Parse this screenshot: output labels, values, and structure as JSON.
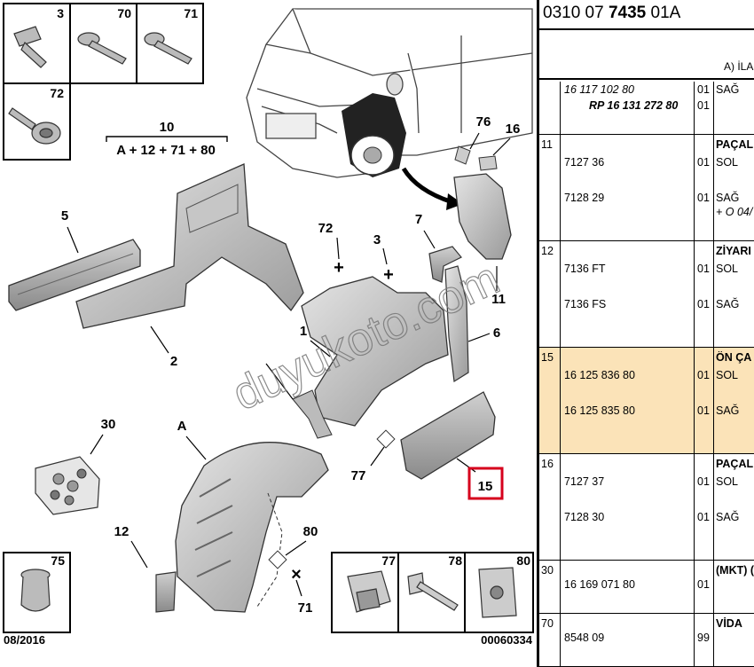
{
  "diagram": {
    "callouts": {
      "c1": "1",
      "c2": "2",
      "c3": "3",
      "c5": "5",
      "c6": "6",
      "c7": "7",
      "c10": "10",
      "c11": "11",
      "c12": "12",
      "c15": "15",
      "c16": "16",
      "c30": "30",
      "c72": "72",
      "c76": "76",
      "c77": "77",
      "c80": "80",
      "c71": "71",
      "cA": "A"
    },
    "formula": "A + 12 + 71 + 80",
    "thumbs": {
      "t3": "3",
      "t70": "70",
      "t71": "71",
      "t72": "72",
      "t75": "75",
      "t77": "77",
      "t78": "78",
      "t80": "80"
    },
    "date": "08/2016",
    "ref_number": "00060334",
    "watermark": "duyukoto.com",
    "highlight_color": "#d6001c"
  },
  "table": {
    "code_prefix": "0310 07 ",
    "code_bold": "7435",
    "code_suffix": " 01A",
    "header_label": "A) İLA",
    "highlight_bg": "#fbe3b8",
    "rows": [
      {
        "num": "",
        "lines": [
          {
            "ref": "16 117 102 80",
            "italic": true,
            "qty": "01",
            "desc": "SAĞ"
          },
          {
            "ref": "RP 16 131 272 80",
            "italic": true,
            "bold": true,
            "qty": "01",
            "desc": ""
          }
        ]
      },
      {
        "num": "11",
        "title": "PAÇAL",
        "lines": [
          {
            "ref": "7127 36",
            "qty": "01",
            "desc": "SOL"
          },
          {
            "ref": "7128 29",
            "qty": "01",
            "desc": "SAĞ",
            "note": "+ O 04/"
          }
        ]
      },
      {
        "num": "12",
        "title": "ZİYARI",
        "lines": [
          {
            "ref": "7136 FT",
            "qty": "01",
            "desc": "SOL"
          },
          {
            "ref": "7136 FS",
            "qty": "01",
            "desc": "SAĞ"
          }
        ]
      },
      {
        "num": "15",
        "title": "ÖN ÇA",
        "highlight": true,
        "lines": [
          {
            "ref": "16 125 836 80",
            "qty": "01",
            "desc": "SOL"
          },
          {
            "ref": "16 125 835 80",
            "qty": "01",
            "desc": "SAĞ"
          }
        ]
      },
      {
        "num": "16",
        "title": "PAÇAL",
        "lines": [
          {
            "ref": "7127 37",
            "qty": "01",
            "desc": "SOL"
          },
          {
            "ref": "7128 30",
            "qty": "01",
            "desc": "SAĞ"
          }
        ]
      },
      {
        "num": "30",
        "title": "(MKT) (",
        "lines": [
          {
            "ref": "16 169 071 80",
            "qty": "01",
            "desc": ""
          }
        ]
      },
      {
        "num": "70",
        "title": "VİDA",
        "lines": [
          {
            "ref": "8548 09",
            "qty": "99",
            "desc": ""
          }
        ]
      }
    ]
  }
}
